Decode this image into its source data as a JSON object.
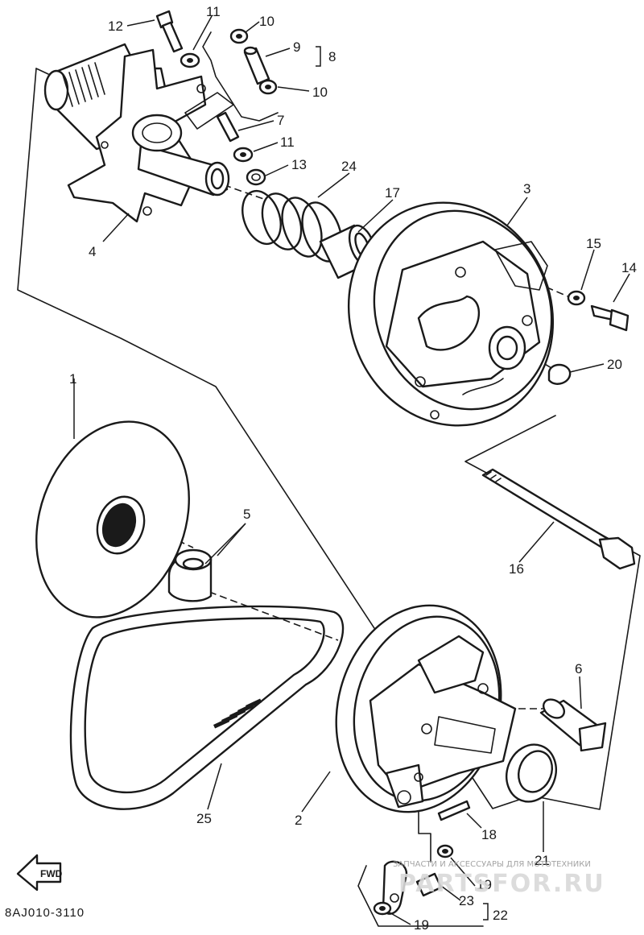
{
  "diagram": {
    "drawing_code": "8AJ010-3110",
    "direction_label": "FWD",
    "callouts": [
      {
        "id": "1",
        "text": "1"
      },
      {
        "id": "2",
        "text": "2"
      },
      {
        "id": "3",
        "text": "3"
      },
      {
        "id": "4",
        "text": "4"
      },
      {
        "id": "5",
        "text": "5"
      },
      {
        "id": "6",
        "text": "6"
      },
      {
        "id": "7",
        "text": "7"
      },
      {
        "id": "8",
        "text": "8"
      },
      {
        "id": "9",
        "text": "9"
      },
      {
        "id": "10a",
        "text": "10"
      },
      {
        "id": "10b",
        "text": "10"
      },
      {
        "id": "11a",
        "text": "11"
      },
      {
        "id": "11b",
        "text": "11"
      },
      {
        "id": "12",
        "text": "12"
      },
      {
        "id": "13",
        "text": "13"
      },
      {
        "id": "14",
        "text": "14"
      },
      {
        "id": "15",
        "text": "15"
      },
      {
        "id": "16",
        "text": "16"
      },
      {
        "id": "17",
        "text": "17"
      },
      {
        "id": "18",
        "text": "18"
      },
      {
        "id": "19a",
        "text": "19"
      },
      {
        "id": "19b",
        "text": "19"
      },
      {
        "id": "20",
        "text": "20"
      },
      {
        "id": "21",
        "text": "21"
      },
      {
        "id": "22",
        "text": "22"
      },
      {
        "id": "23",
        "text": "23"
      },
      {
        "id": "24",
        "text": "24"
      },
      {
        "id": "25",
        "text": "25"
      }
    ]
  },
  "watermark": {
    "caption": "ЗАПЧАСТИ И АКСЕССУАРЫ ДЛЯ МОТОТЕХНИКИ",
    "site": "PARTSFOR.RU"
  }
}
